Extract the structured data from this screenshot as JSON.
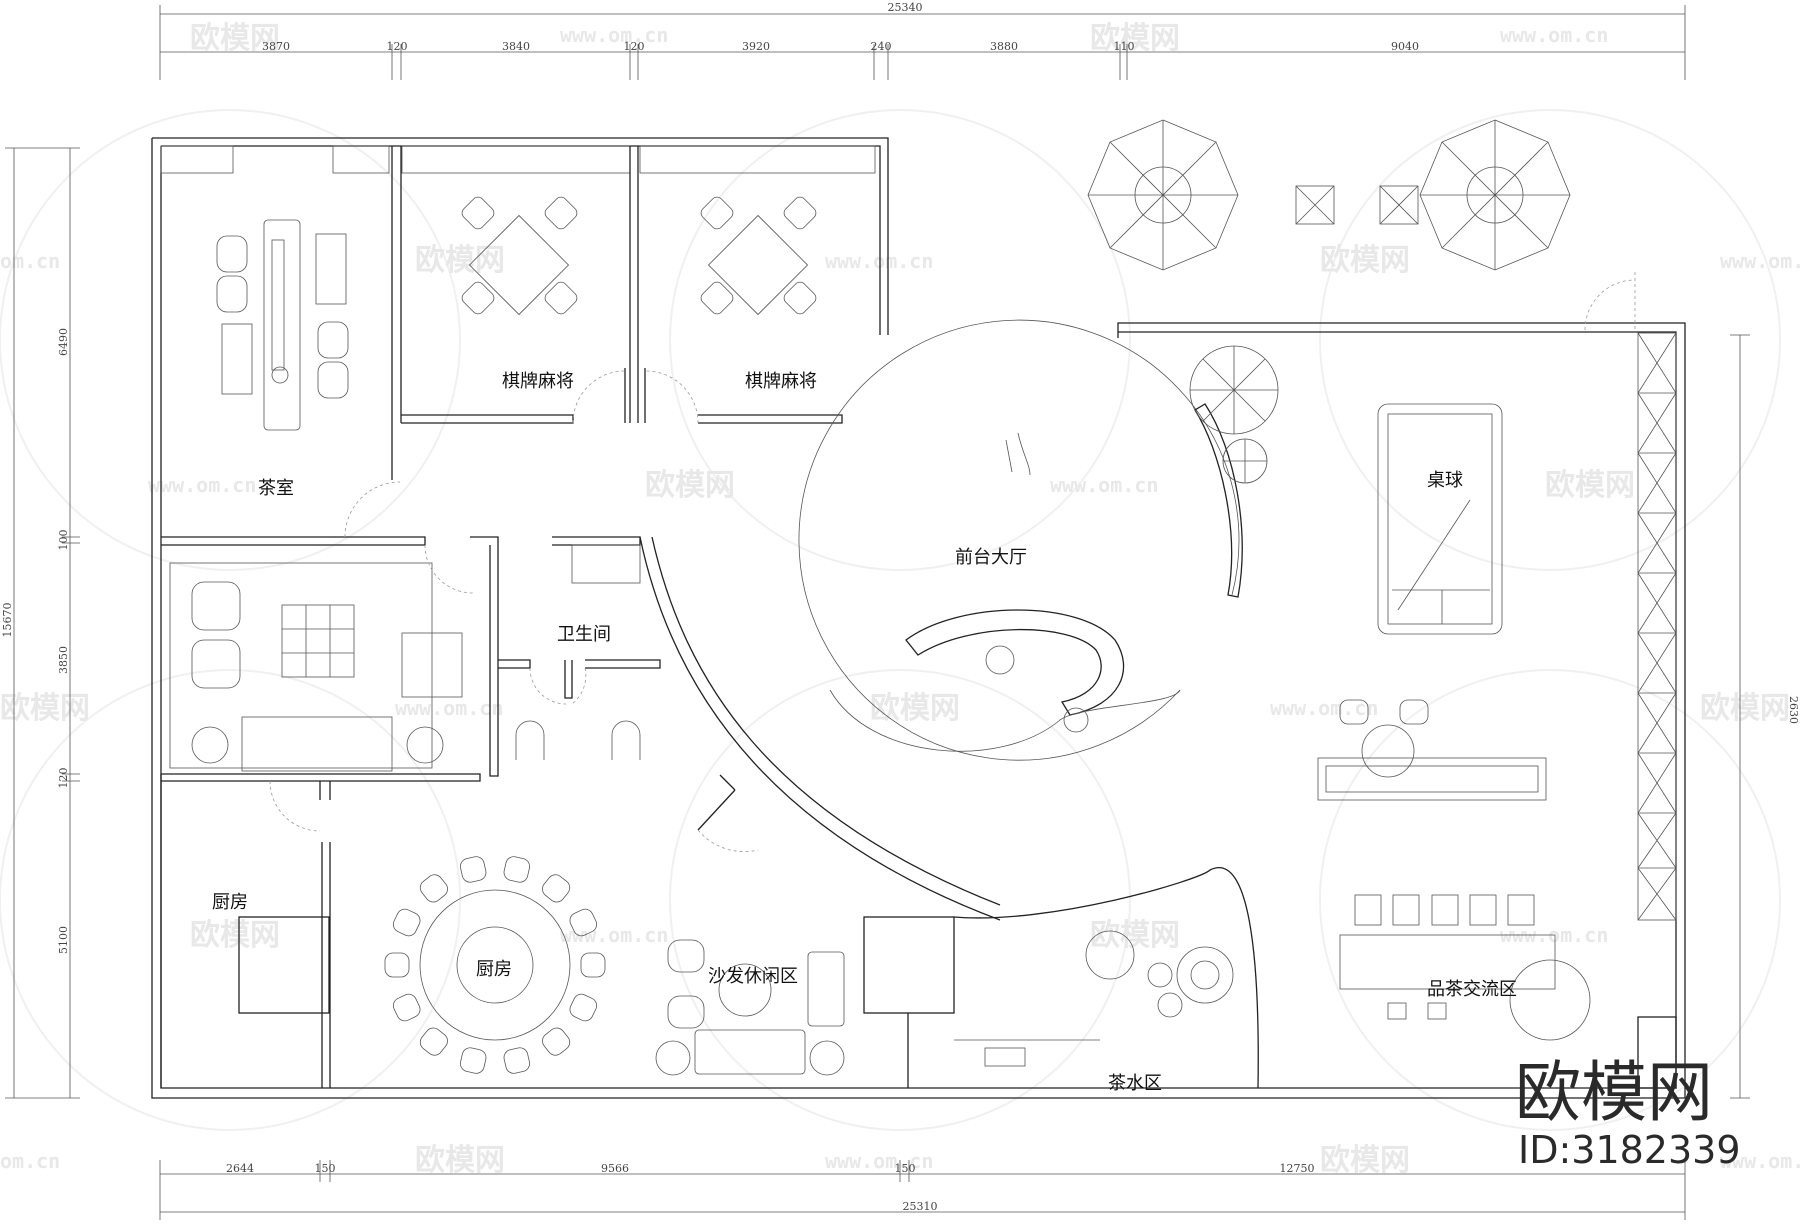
{
  "rooms": {
    "tea_room": "茶室",
    "chess_1": "棋牌麻将",
    "chess_2": "棋牌麻将",
    "lobby": "前台大厅",
    "billiards": "桌球",
    "restroom": "卫生间",
    "kitchen_small": "厨房",
    "kitchen_dining": "厨房",
    "sofa_area": "沙发休闲区",
    "tea_exchange": "品茶交流区",
    "tea_water": "茶水区"
  },
  "dimensions": {
    "top_total": "25340",
    "top": [
      "3870",
      "120",
      "3840",
      "120",
      "3920",
      "240",
      "3880",
      "110",
      "9040"
    ],
    "bottom_total": "25310",
    "bottom": [
      "2644",
      "150",
      "9566",
      "150",
      "12750"
    ],
    "left_total": "15670",
    "left": [
      "6490",
      "100",
      "3850",
      "120",
      "5100"
    ],
    "right": "2630"
  },
  "watermark": {
    "text": "欧模网",
    "url": "www.om.cn",
    "url_short": "om.cn"
  },
  "brand": {
    "name": "欧模网",
    "id": "ID:3182339"
  }
}
